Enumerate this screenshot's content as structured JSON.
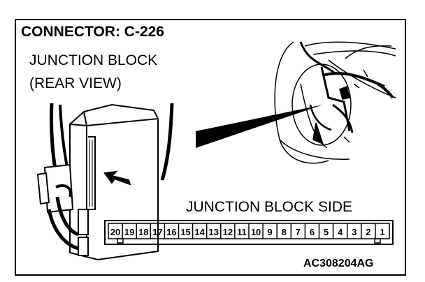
{
  "header": {
    "title": "CONNECTOR: C-226",
    "view_line1": "JUNCTION BLOCK",
    "view_line2": "(REAR VIEW)"
  },
  "connector": {
    "side_label": "JUNCTION BLOCK SIDE",
    "pins": [
      "20",
      "19",
      "18",
      "17",
      "16",
      "15",
      "14",
      "13",
      "12",
      "11",
      "10",
      "9",
      "8",
      "7",
      "6",
      "5",
      "4",
      "3",
      "2",
      "1"
    ]
  },
  "footer": {
    "figure_code": "AC308204AG"
  }
}
